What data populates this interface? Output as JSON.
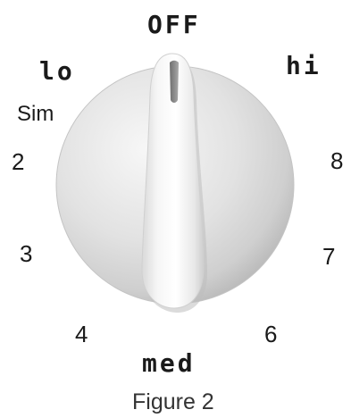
{
  "dial": {
    "labels": {
      "off": "OFF",
      "lo": "lo",
      "hi": "hi",
      "sim": "Sim",
      "two": "2",
      "three": "3",
      "four": "4",
      "med": "med",
      "six": "6",
      "seven": "7",
      "eight": "8"
    }
  },
  "caption": "Figure 2",
  "colors": {
    "text": "#1a1a1a",
    "dial_face": "#e6e6e6",
    "dial_shadow": "#b8b8b8",
    "handle": "#fafafa",
    "indicator": "#8a8a8a"
  }
}
